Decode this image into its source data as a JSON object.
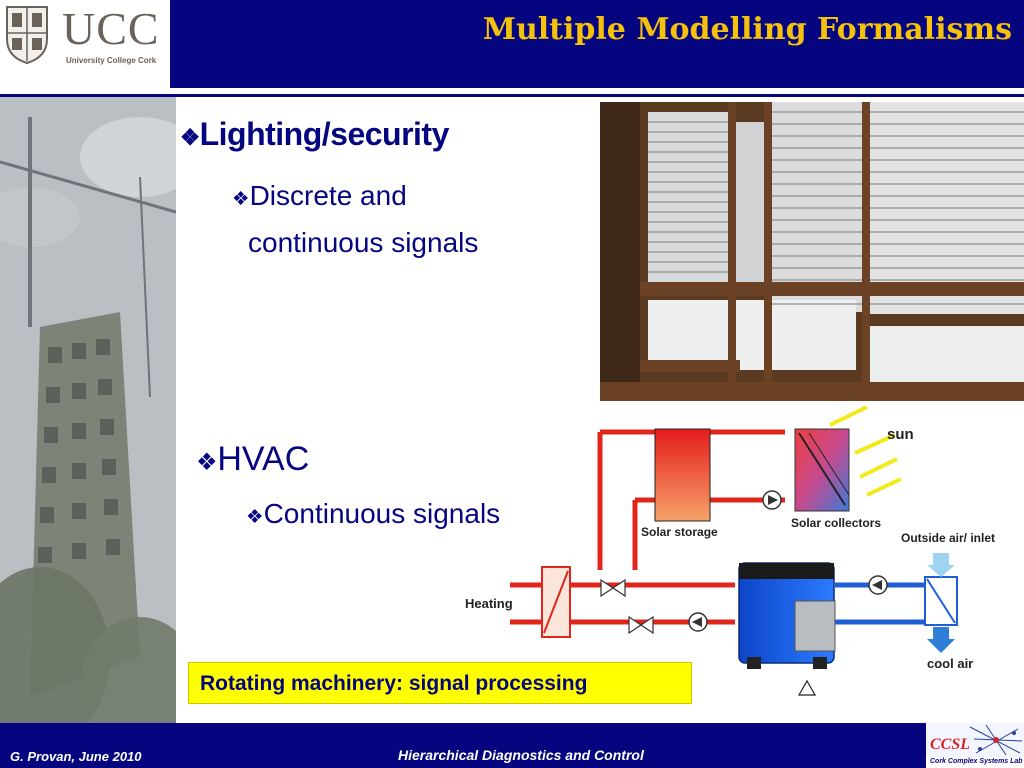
{
  "header": {
    "logo_text": "UCC",
    "logo_subtitle": "University College Cork",
    "title": "Multiple Modelling Formalisms"
  },
  "bullets": {
    "lighting_title": "Lighting/security",
    "lighting_sub_line1": "Discrete and",
    "lighting_sub_line2": "continuous signals",
    "hvac_title": "HVAC",
    "hvac_sub": "Continuous signals",
    "bullet_glyph": "❖"
  },
  "diagram": {
    "sun": "sun",
    "solar_storage": "Solar storage",
    "solar_collectors": "Solar collectors",
    "outside_air": "Outside air/ inlet",
    "heating": "Heating",
    "cool_air": "cool air"
  },
  "callout": {
    "text": "Rotating machinery:  signal processing"
  },
  "footer": {
    "author": "G. Provan, June 2010",
    "subtitle": "Hierarchical Diagnostics and Control",
    "lab_name": "Cork Complex Systems Lab"
  },
  "colors": {
    "navy": "#050580",
    "title_gold": "#f4c20d",
    "callout_yellow": "#ffff00",
    "pipe_red": "#e0261b",
    "pipe_blue": "#1e5fd6"
  }
}
